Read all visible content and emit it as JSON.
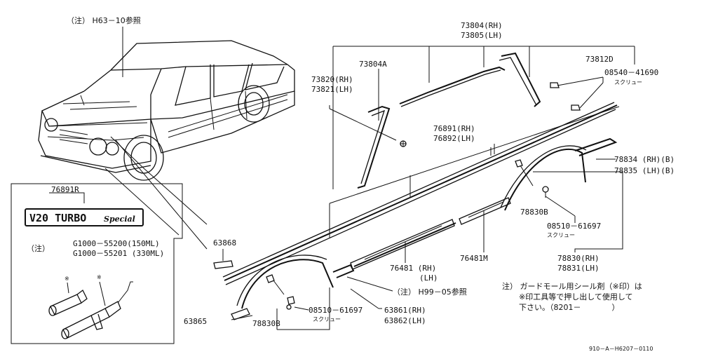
{
  "header_note": "（注） H63－10参照",
  "parts": {
    "p73804": "73804(RH)",
    "p73805": "73805(LH)",
    "p73804A": "73804A",
    "p73812D": "73812D",
    "p08540": "08540－41690",
    "screw_a": "スクリュー",
    "p73820": "73820(RH)",
    "p73821": "73821(LH)",
    "p76891": "76891(RH)",
    "p76892": "76892(LH)",
    "p78834": "78834 (RH)(B)",
    "p78835": "78835 (LH)(B)",
    "p76891R": "76891R",
    "p63868": "63868",
    "p78830B_a": "78830B",
    "p08510_a": "08510－61697",
    "screw_b": "スクリュー",
    "p78830": "78830(RH)",
    "p78831": "78831(LH)",
    "p76481M": "76481M",
    "p76481": "76481 (RH)",
    "p76481lh": "(LH)",
    "ref_h99": "（注） H99－05参照",
    "p63865": "63865",
    "p78830B_b": "78830B",
    "p08510_b": "08510－61697",
    "screw_c": "スクリュー",
    "p63861": "63861(RH)",
    "p63862": "63862(LH)"
  },
  "emblem": {
    "main": "V20 TURBO",
    "sub": "Special"
  },
  "note_box": {
    "mark": "（注）",
    "g1": "G1000－55200(150ML)",
    "g2": "G1000－55201 (330ML)"
  },
  "footnote": {
    "line1": "注） ガードモール用シール剤（※印）は",
    "line2": "※印工具等で押し出して使用して",
    "line3": "下さい。（8201－　　　　）"
  },
  "drawing_code": "910－A－H6207－0110"
}
